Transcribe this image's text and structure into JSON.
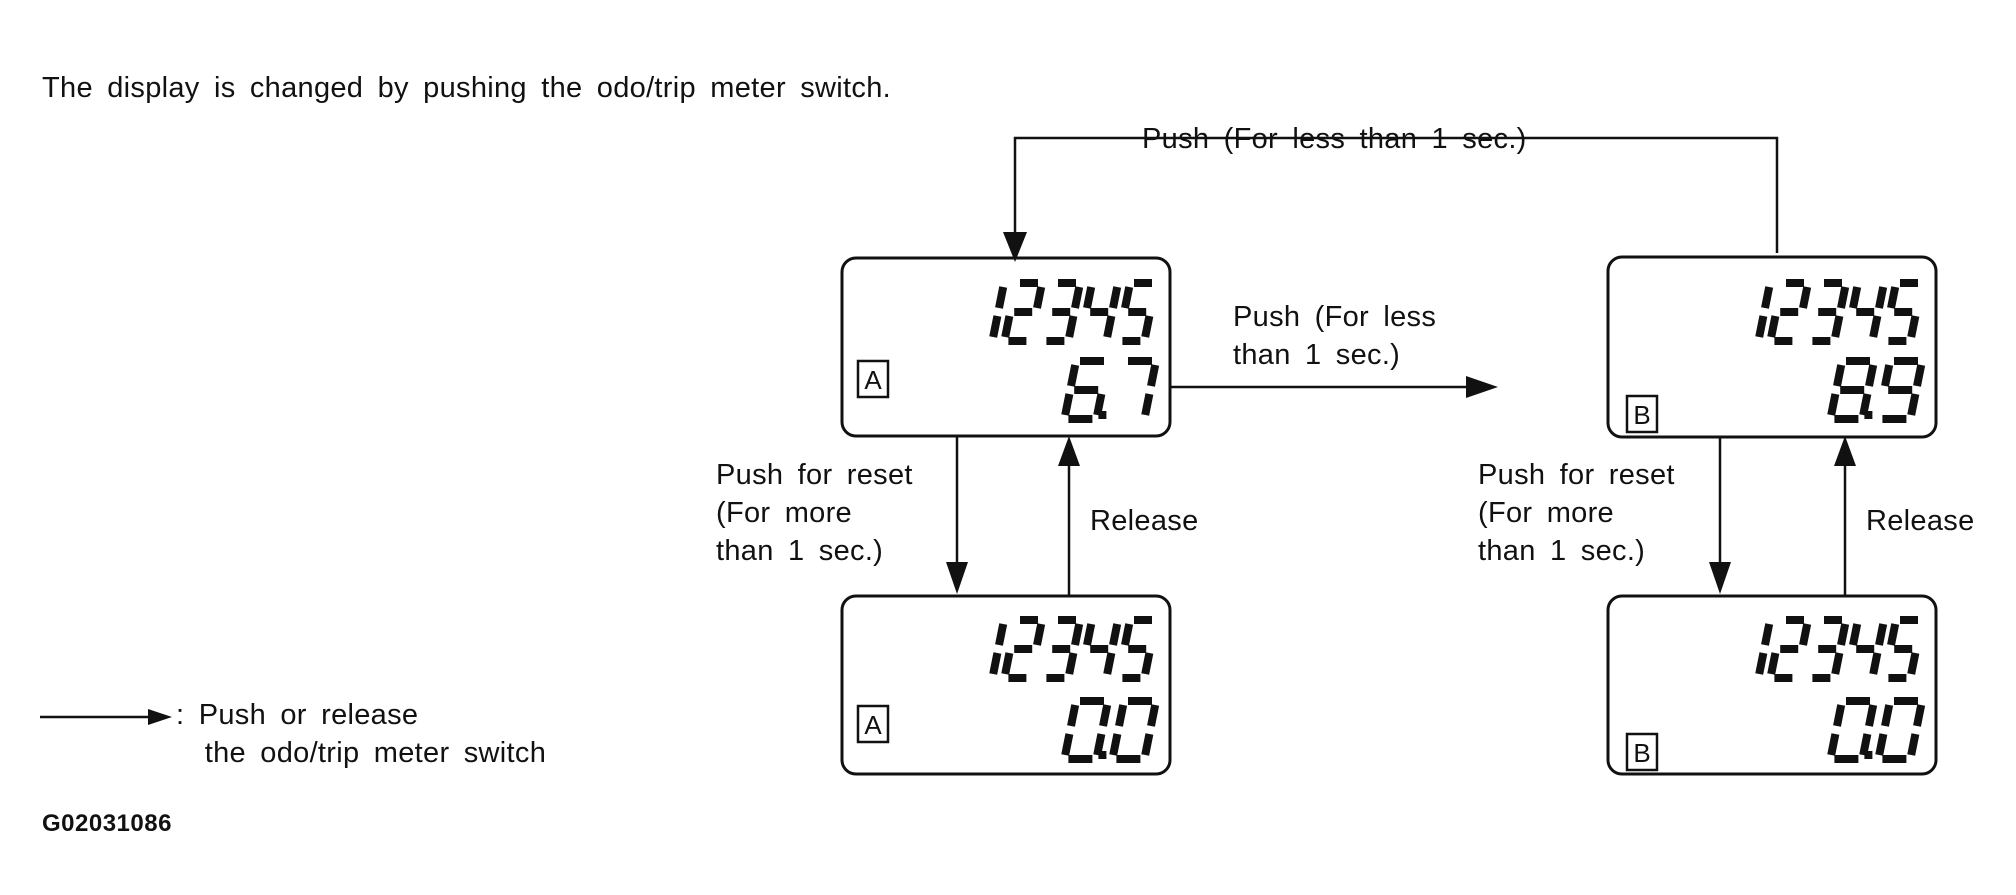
{
  "intro": "The display is changed by pushing the odo/trip meter switch.",
  "labels": {
    "top_push": "Push (For less than 1 sec.)",
    "mid_push": "Push (For less\nthan 1 sec.)",
    "reset_a": "Push for reset\n(For more\nthan 1 sec.)",
    "release_a": "Release",
    "reset_b": "Push for reset\n(For more\nthan 1 sec.)",
    "release_b": "Release"
  },
  "legend": {
    "text": ": Push or release\n  the odo/trip meter switch"
  },
  "figure_code": "G02031086",
  "displays": {
    "a_top": {
      "odometer": "12345",
      "trip_letter": "A",
      "trip_value": "6.7"
    },
    "b_top": {
      "odometer": "12345",
      "trip_letter": "B",
      "trip_value": "8.9"
    },
    "a_bottom": {
      "odometer": "12345",
      "trip_letter": "A",
      "trip_value": "0.0"
    },
    "b_bottom": {
      "odometer": "12345",
      "trip_letter": "B",
      "trip_value": "0.0"
    }
  }
}
